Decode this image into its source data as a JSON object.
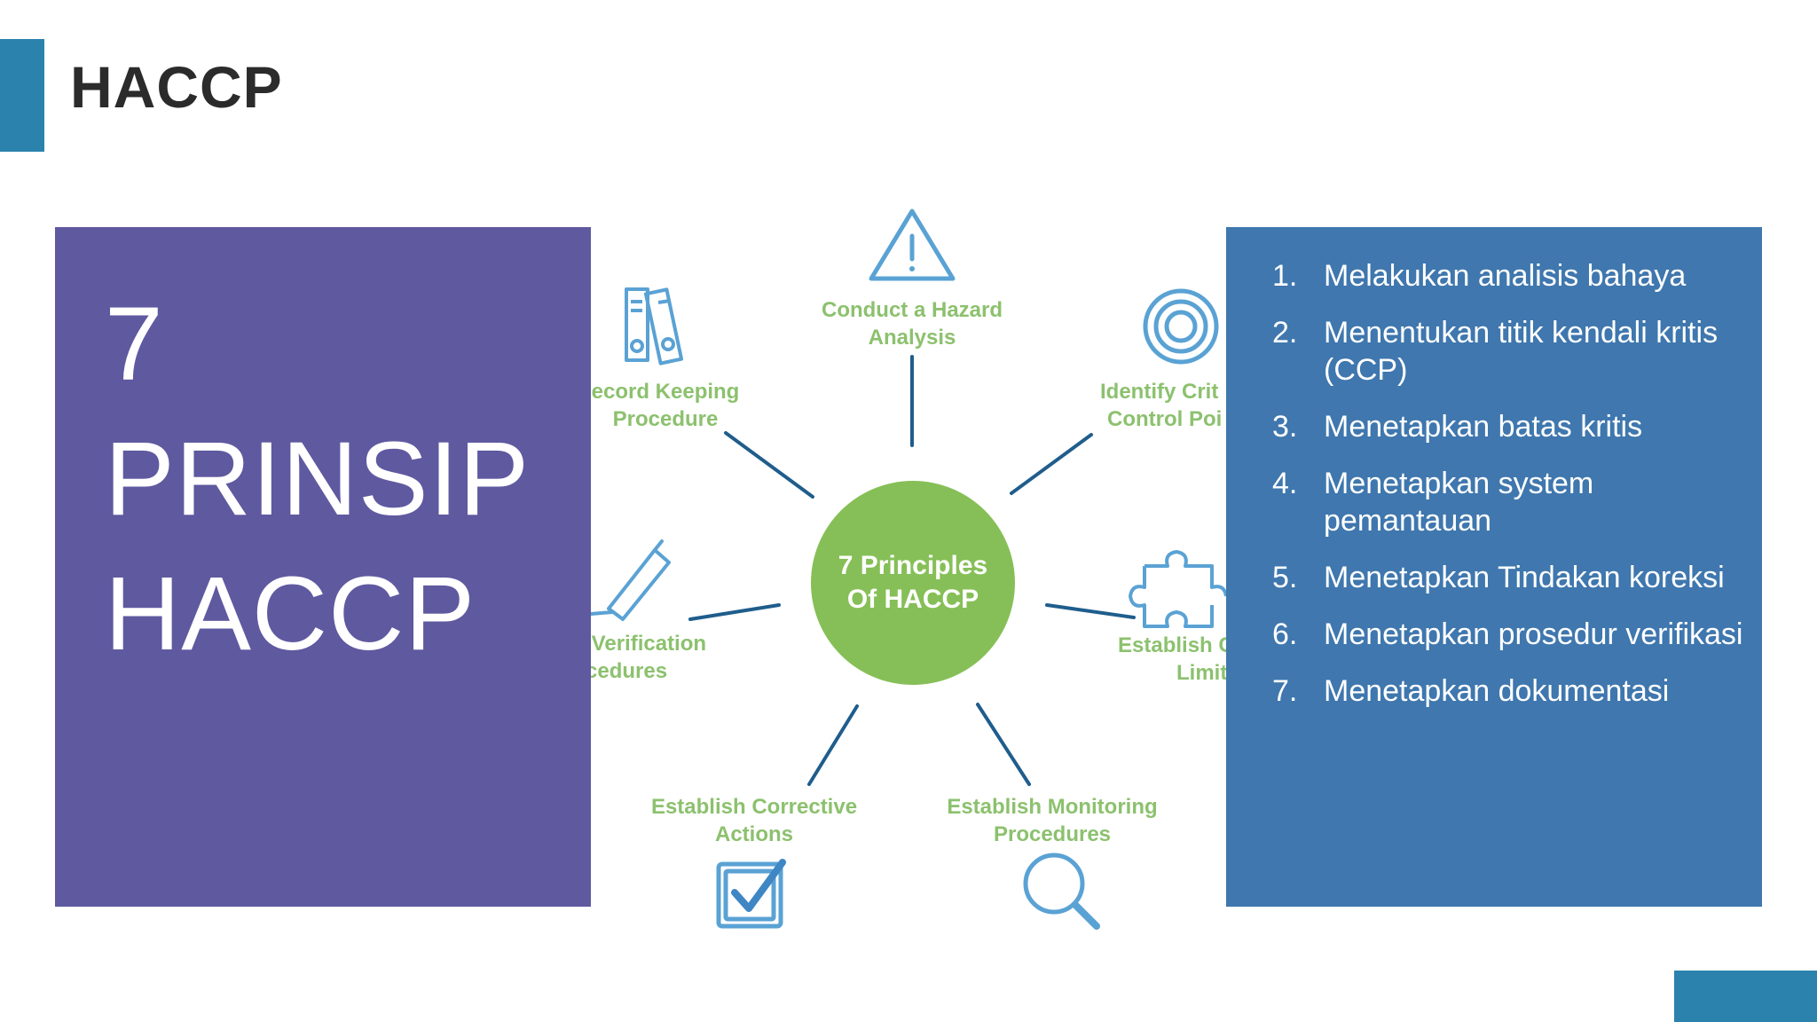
{
  "title": "HACCP",
  "left_panel": {
    "lines": [
      "7",
      "PRINSIP",
      "HACCP"
    ]
  },
  "diagram": {
    "center": [
      "7 Principles",
      "Of HACCP"
    ],
    "labels": {
      "hazard": [
        "Conduct a Hazard",
        "Analysis"
      ],
      "ccp": [
        "Identify Crit",
        "Control Poi"
      ],
      "limits": [
        "Establish C",
        "Limit"
      ],
      "monitoring": [
        "Establish Monitoring",
        "Procedures"
      ],
      "corrective": [
        "Establish Corrective",
        "Actions"
      ],
      "verification": [
        " Verification",
        "cedures"
      ],
      "record": [
        "ecord Keeping",
        "Procedure"
      ]
    },
    "colors": {
      "green": "#86bf57",
      "label_green": "#8cc16e",
      "line_blue": "#1f5d8c",
      "icon_blue": "#5aa2d4"
    }
  },
  "right_panel": {
    "items": [
      {
        "num": "1.",
        "text": "Melakukan analisis bahaya"
      },
      {
        "num": "2.",
        "text": "Menentukan titik kendali kritis (CCP)"
      },
      {
        "num": "3.",
        "text": "Menetapkan batas kritis"
      },
      {
        "num": "4.",
        "text": "Menetapkan system pemantauan"
      },
      {
        "num": "5.",
        "text": "Menetapkan Tindakan koreksi"
      },
      {
        "num": "6.",
        "text": "Menetapkan prosedur verifikasi"
      },
      {
        "num": "7.",
        "text": "Menetapkan dokumentasi"
      }
    ]
  },
  "colors": {
    "accent": "#2a82ad",
    "purple": "#5f59a0",
    "blue": "#3f77ae"
  }
}
